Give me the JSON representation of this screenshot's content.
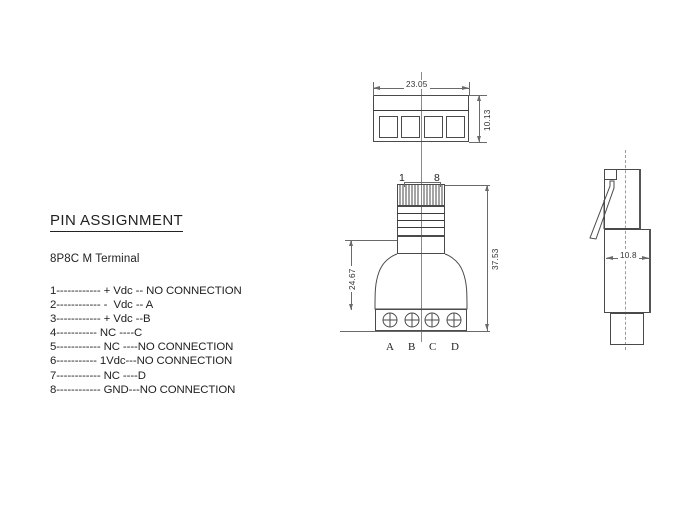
{
  "document": {
    "type": "technical-drawing",
    "background_color": "#ffffff",
    "line_color": "#3a3a3a"
  },
  "pin_assignment": {
    "title": "PIN ASSIGNMENT",
    "subtitle": "8P8C M Terminal",
    "rows": [
      "1------------ + Vdc -- NO CONNECTION",
      "2------------ -  Vdc -- A",
      "3------------ + Vdc --B",
      "4----------- NC ----C",
      "5------------ NC ----NO CONNECTION",
      "6----------- 1Vdc---NO CONNECTION",
      "7------------ NC ----D",
      "8------------ GND---NO CONNECTION"
    ]
  },
  "front_view": {
    "name": "terminal-block-front-view",
    "dimensions": {
      "width": "23.05",
      "height": "10.13"
    },
    "opening_count": 4
  },
  "side_view": {
    "name": "connector-side-view",
    "dimensions": {
      "overall_height": "37.53",
      "body_height": "24.67"
    },
    "pin_labels": {
      "first": "1",
      "last": "8"
    },
    "terminal_labels": [
      "A",
      "B",
      "C",
      "D"
    ],
    "terminal_symbol": "crossed-circle-screw"
  },
  "profile_view": {
    "name": "connector-profile-view",
    "dimensions": {
      "width": "10.8"
    },
    "feature": "release-latch"
  }
}
